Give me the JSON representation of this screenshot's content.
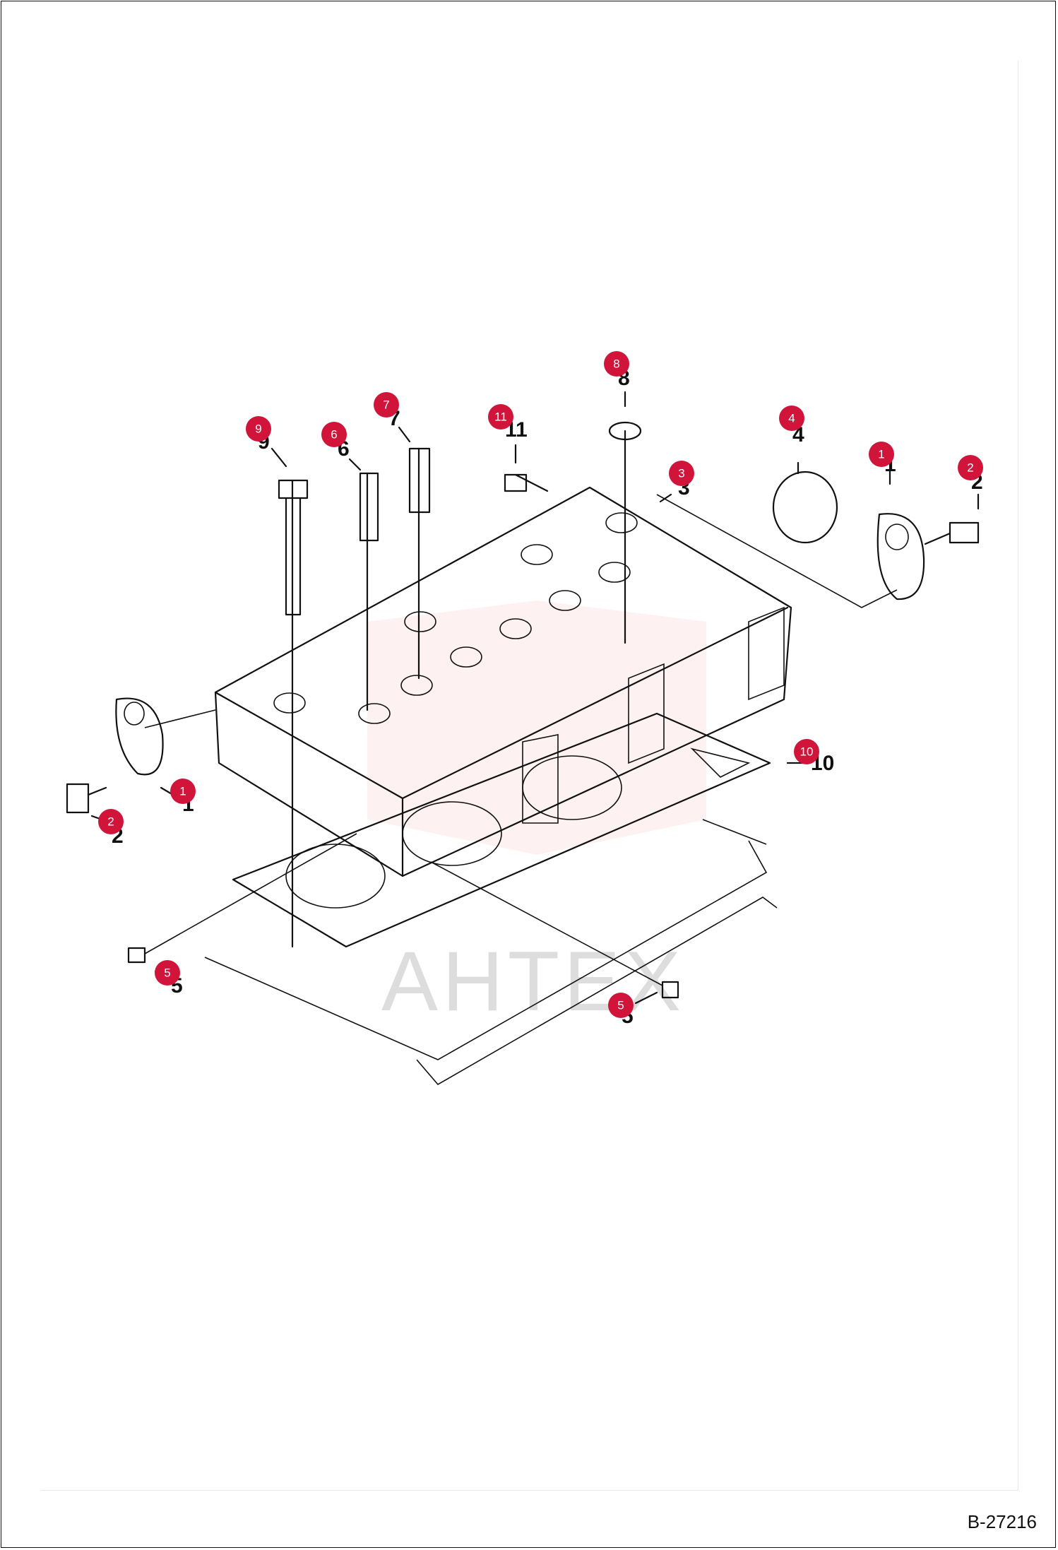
{
  "diagram": {
    "callouts": [
      {
        "label": "1"
      },
      {
        "label": "1"
      },
      {
        "label": "2"
      },
      {
        "label": "2"
      },
      {
        "label": "3"
      },
      {
        "label": "4"
      },
      {
        "label": "5"
      },
      {
        "label": "5"
      },
      {
        "label": "6"
      },
      {
        "label": "7"
      },
      {
        "label": "8"
      },
      {
        "label": "9"
      },
      {
        "label": "10"
      },
      {
        "label": "11"
      }
    ],
    "watermark": "AHTEX",
    "badge_color": "#d0143a"
  },
  "footer": {
    "code": "B-27216"
  }
}
